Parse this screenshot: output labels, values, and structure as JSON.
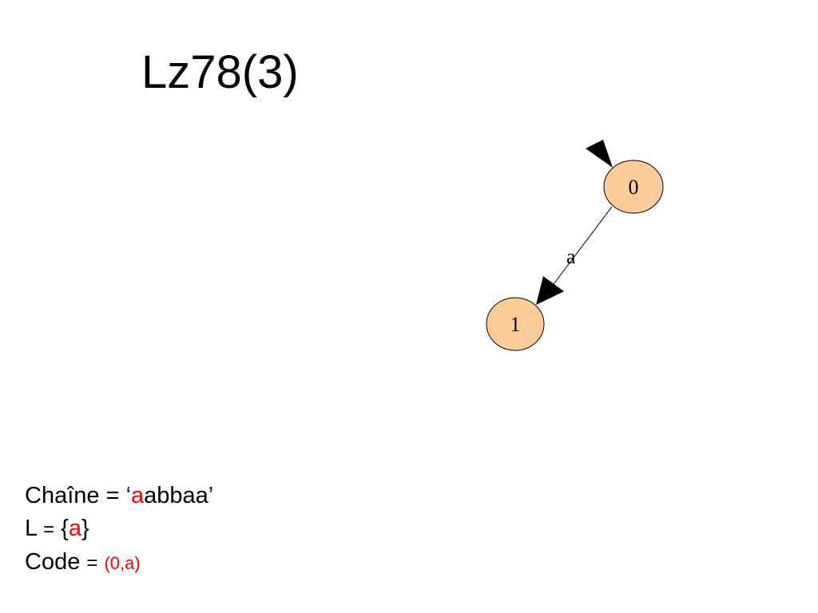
{
  "title": "Lz78(3)",
  "trie": {
    "nodes": [
      {
        "id": "0",
        "label": "0"
      },
      {
        "id": "1",
        "label": "1"
      }
    ],
    "edges": [
      {
        "from": "0",
        "to": "1",
        "label": "a"
      }
    ],
    "node_fill": "#ffcc99",
    "node_stroke": "#000000"
  },
  "info": {
    "chaine_prefix": "Chaîne = ‘",
    "chaine_highlight": "a",
    "chaine_rest": "abbaa’",
    "l_prefix": "L ",
    "l_eq": "=",
    "l_open": " {",
    "l_highlight": "a",
    "l_close": "}",
    "code_prefix": "Code ",
    "code_eq": "=",
    "code_value": "(0,a)"
  },
  "highlight_color": "#ff0000"
}
